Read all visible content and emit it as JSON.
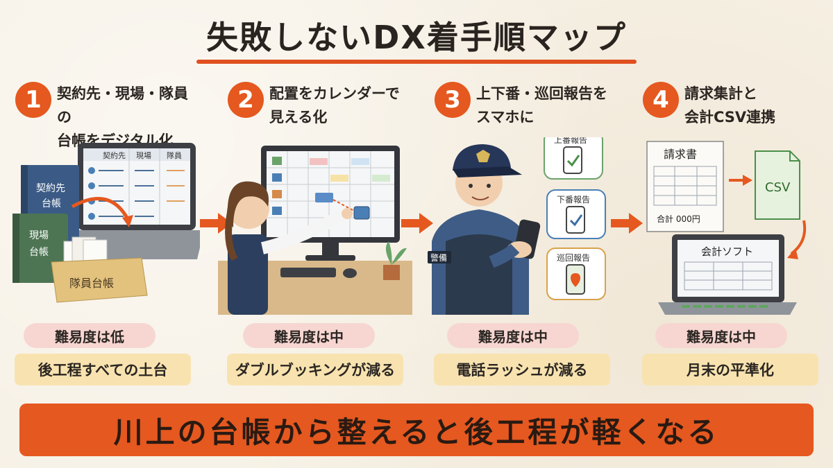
{
  "title": "失敗しないDX着手順マップ",
  "steps": [
    {
      "number": "1",
      "title_lines": [
        "契約先・現場・隊員の",
        "台帳をデジタル化"
      ],
      "difficulty": "難易度は低",
      "effect": "後工程すべての土台",
      "illustration": {
        "book1": [
          "契約先",
          "台帳"
        ],
        "book2": [
          "現場",
          "台帳"
        ],
        "box": "隊員台帳",
        "table_headers": [
          "契約先",
          "現場",
          "隊員"
        ]
      }
    },
    {
      "number": "2",
      "title_lines": [
        "配置をカレンダーで",
        "見える化"
      ],
      "difficulty": "難易度は中",
      "effect": "ダブルブッキングが減る",
      "illustration": {}
    },
    {
      "number": "3",
      "title_lines": [
        "上下番・巡回報告を",
        "スマホに"
      ],
      "difficulty": "難易度は中",
      "effect": "電話ラッシュが減る",
      "illustration": {
        "badge": "警備",
        "reports": [
          "上番報告",
          "下番報告",
          "巡回報告"
        ]
      }
    },
    {
      "number": "4",
      "title_lines": [
        "請求集計と",
        "会計CSV連携"
      ],
      "difficulty": "難易度は中",
      "effect": "月末の平準化",
      "illustration": {
        "invoice_title": "請求書",
        "invoice_total": "合計 000円",
        "csv": "CSV",
        "software": "会計ソフト"
      }
    }
  ],
  "footer": "川上の台帳から整えると後工程が軽くなる",
  "colors": {
    "accent": "#e5581f",
    "difficulty_bg": "#f7d6d2",
    "effect_bg": "#f8e3b0",
    "background": "#f6f0e4"
  }
}
